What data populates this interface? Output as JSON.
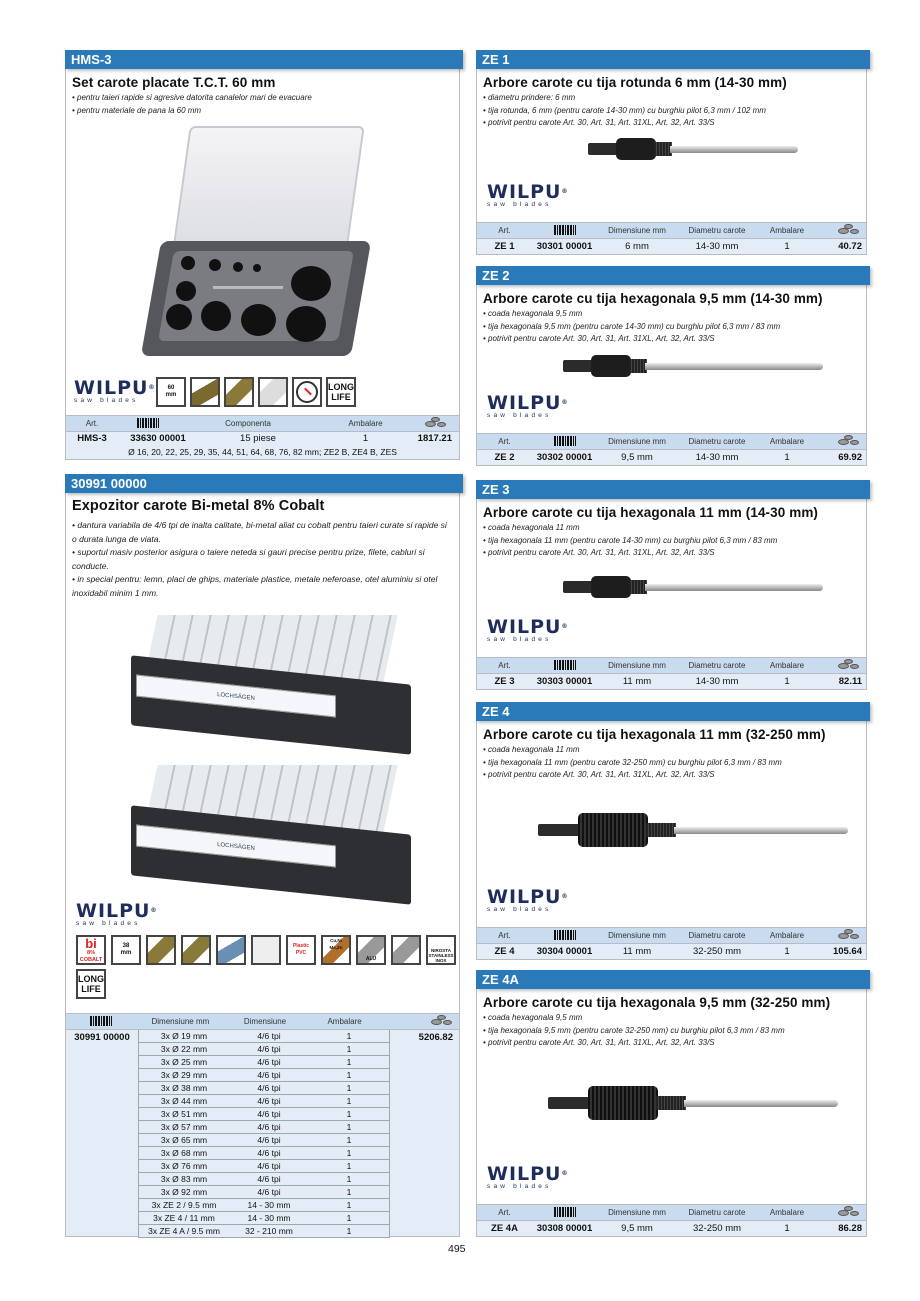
{
  "page_number": "495",
  "brand": {
    "name": "WILPU",
    "tagline": "saw blades"
  },
  "hms3": {
    "code": "HMS-3",
    "title": "Set carote placate T.C.T. 60 mm",
    "bullets": [
      "• pentru taieri rapide si agresive datorita canalelor mari de evacuare",
      "• pentru materiale de pana la 60 mm"
    ],
    "icons": [
      "60 mm",
      "wood",
      "wood-board",
      "plasterboard",
      "speed",
      "LONG LIFE"
    ],
    "headers": {
      "art": "Art.",
      "componenta": "Componenta",
      "ambalare": "Ambalare"
    },
    "row": {
      "art": "HMS-3",
      "code": "33630 00001",
      "componenta": "15 piese",
      "ambalare": "1",
      "price": "1817.21"
    },
    "note": "Ø 16, 20, 22, 25, 29, 35, 44, 51, 64, 68, 76, 82 mm; ZE2 B, ZE4 B, ZES"
  },
  "expo": {
    "code": "30991 00000",
    "title": "Expozitor carote Bi-metal 8% Cobalt",
    "bullets": [
      "• dantura variabila de 4/6 tpi de inalta calitate, bi-metal aliat cu cobalt pentru taieri curate si rapide si o durata lunga de viata.",
      "• suportul masiv posterior asigura o taiere neteda si gauri precise pentru prize, filete, cabluri si conducte.",
      "• in special pentru: lemn, placi de ghips, materiale plastice, metale neferoase, otel aluminiu si otel inoxidabil minim 1 mm."
    ],
    "icons": [
      "bi 8% COBALT",
      "38 mm",
      "wood",
      "wood",
      "plastic",
      "plasterboard",
      "Plastic PVC",
      "Cu,Ni, Ms, Zn",
      "ALU",
      "steel",
      "NIROSTA STAINLESS INOX",
      "LONG LIFE"
    ],
    "display_label": "LOCHSÄGEN",
    "headers": {
      "dim_mm": "Dimensiune mm",
      "dim": "Dimensiune",
      "ambalare": "Ambalare"
    },
    "code_cell": "30991 00000",
    "price": "5206.82",
    "rows": [
      {
        "d": "3x Ø 19 mm",
        "t": "4/6 tpi",
        "a": "1"
      },
      {
        "d": "3x Ø 22 mm",
        "t": "4/6 tpi",
        "a": "1"
      },
      {
        "d": "3x Ø 25 mm",
        "t": "4/6 tpi",
        "a": "1"
      },
      {
        "d": "3x Ø 29 mm",
        "t": "4/6 tpi",
        "a": "1"
      },
      {
        "d": "3x Ø 38 mm",
        "t": "4/6 tpi",
        "a": "1"
      },
      {
        "d": "3x Ø 44 mm",
        "t": "4/6 tpi",
        "a": "1"
      },
      {
        "d": "3x Ø 51 mm",
        "t": "4/6 tpi",
        "a": "1"
      },
      {
        "d": "3x Ø 57 mm",
        "t": "4/6 tpi",
        "a": "1"
      },
      {
        "d": "3x Ø 65 mm",
        "t": "4/6 tpi",
        "a": "1"
      },
      {
        "d": "3x Ø 68 mm",
        "t": "4/6 tpi",
        "a": "1"
      },
      {
        "d": "3x Ø 76 mm",
        "t": "4/6 tpi",
        "a": "1"
      },
      {
        "d": "3x Ø 83 mm",
        "t": "4/6 tpi",
        "a": "1"
      },
      {
        "d": "3x Ø 92 mm",
        "t": "4/6 tpi",
        "a": "1"
      },
      {
        "d": "3x ZE 2 / 9.5 mm",
        "t": "14 - 30 mm",
        "a": "1"
      },
      {
        "d": "3x ZE 4 / 11 mm",
        "t": "14 - 30 mm",
        "a": "1"
      },
      {
        "d": "3x ZE 4 A / 9.5 mm",
        "t": "32 - 210 mm",
        "a": "1"
      }
    ]
  },
  "arbor_headers": {
    "art": "Art.",
    "dim": "Dimensiune mm",
    "diam": "Diametru carote",
    "ambalare": "Ambalare"
  },
  "arbors": [
    {
      "code": "ZE 1",
      "title": "Arbore carote cu tija rotunda 6 mm (14-30 mm)",
      "bullets": [
        "• diametru prindere: 6 mm",
        "• tija rotunda, 6 mm (pentru carote 14-30 mm) cu burghiu pilot 6,3 mm / 102 mm",
        "• potrivit pentru carote Art. 30, Art. 31, Art. 31XL, Art. 32, Art. 33/S"
      ],
      "row": {
        "art": "ZE 1",
        "code": "30301 00001",
        "dim": "6 mm",
        "diam": "14-30 mm",
        "amb": "1",
        "price": "40.72"
      }
    },
    {
      "code": "ZE 2",
      "title": "Arbore carote cu tija hexagonala 9,5 mm (14-30 mm)",
      "bullets": [
        "• coada hexagonala 9,5 mm",
        "• tija hexagonala 9,5 mm (pentru carote 14-30 mm) cu burghiu pilot 6,3 mm / 83 mm",
        "• potrivit pentru carote Art. 30, Art. 31, Art. 31XL, Art. 32, Art. 33/S"
      ],
      "row": {
        "art": "ZE 2",
        "code": "30302 00001",
        "dim": "9,5 mm",
        "diam": "14-30 mm",
        "amb": "1",
        "price": "69.92"
      }
    },
    {
      "code": "ZE 3",
      "title": "Arbore carote cu tija hexagonala 11 mm (14-30 mm)",
      "bullets": [
        "• coada hexagonala 11 mm",
        "• tija hexagonala 11 mm (pentru carote 14-30 mm) cu burghiu pilot 6,3 mm / 83 mm",
        "• potrivit pentru carote Art. 30, Art. 31, Art. 31XL, Art. 32, Art. 33/S"
      ],
      "row": {
        "art": "ZE 3",
        "code": "30303 00001",
        "dim": "11 mm",
        "diam": "14-30 mm",
        "amb": "1",
        "price": "82.11"
      }
    },
    {
      "code": "ZE 4",
      "title": "Arbore carote cu tija hexagonala 11 mm (32-250 mm)",
      "bullets": [
        "• coada hexagonala 11 mm",
        "• tija hexagonala 11 mm (pentru carote 32-250 mm) cu burghiu pilot 6,3 mm / 83 mm",
        "• potrivit pentru carote Art. 30, Art. 31, Art. 31XL, Art. 32, Art. 33/S"
      ],
      "row": {
        "art": "ZE 4",
        "code": "30304 00001",
        "dim": "11 mm",
        "diam": "32-250 mm",
        "amb": "1",
        "price": "105.64"
      }
    },
    {
      "code": "ZE 4A",
      "title": "Arbore carote cu tija hexagonala 9,5 mm (32-250 mm)",
      "bullets": [
        "• coada hexagonala 9,5 mm",
        "• tija hexagonala 9,5 mm (pentru carote 32-250 mm) cu burghiu pilot 6,3 mm / 83 mm",
        "• potrivit pentru carote Art. 30, Art. 31, Art. 31XL, Art. 32, Art. 33/S"
      ],
      "row": {
        "art": "ZE 4A",
        "code": "30308 00001",
        "dim": "9,5 mm",
        "diam": "32-250 mm",
        "amb": "1",
        "price": "86.28"
      }
    }
  ]
}
